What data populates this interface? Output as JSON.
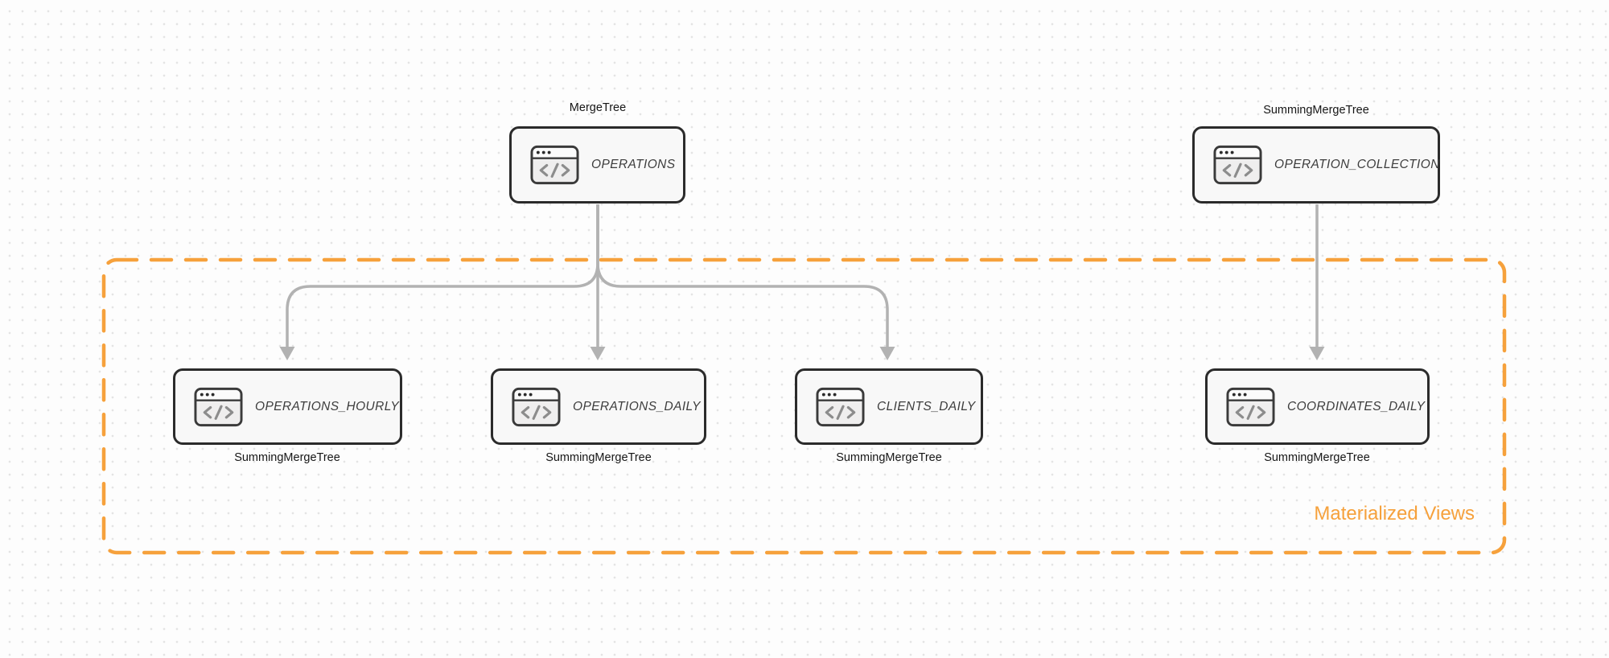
{
  "diagram": {
    "type": "flow",
    "group_box": {
      "label": "Materialized Views",
      "color": "#f6a13c"
    },
    "nodes": [
      {
        "id": "operations",
        "title": "OPERATIONS",
        "engine": "MergeTree",
        "engine_label_position": "above",
        "in_group": false
      },
      {
        "id": "operation-collection",
        "title": "OPERATION_COLLECTION",
        "engine": "SummingMergeTree",
        "engine_label_position": "above",
        "in_group": false
      },
      {
        "id": "operations-hourly",
        "title": "OPERATIONS_HOURLY",
        "engine": "SummingMergeTree",
        "engine_label_position": "below",
        "in_group": true
      },
      {
        "id": "operations-daily",
        "title": "OPERATIONS_DAILY",
        "engine": "SummingMergeTree",
        "engine_label_position": "below",
        "in_group": true
      },
      {
        "id": "clients-daily",
        "title": "CLIENTS_DAILY",
        "engine": "SummingMergeTree",
        "engine_label_position": "below",
        "in_group": true
      },
      {
        "id": "coordinates-daily",
        "title": "COORDINATES_DAILY",
        "engine": "SummingMergeTree",
        "engine_label_position": "below",
        "in_group": true
      }
    ],
    "edges": [
      {
        "from": "operations",
        "to": "operations-hourly"
      },
      {
        "from": "operations",
        "to": "operations-daily"
      },
      {
        "from": "operations",
        "to": "clients-daily"
      },
      {
        "from": "operation-collection",
        "to": "coordinates-daily"
      }
    ],
    "icons": {
      "node_icon": "code-window-icon"
    },
    "colors": {
      "accent_orange": "#f6a13c",
      "node_border": "#2b2b2b",
      "node_fill": "#f8f8f8",
      "edge_gray": "#b2b2b2",
      "background": "#fdfdfd",
      "dot_grid": "#e4e4e4",
      "title_text": "#3d3d3d",
      "engine_text": "#161616"
    }
  }
}
